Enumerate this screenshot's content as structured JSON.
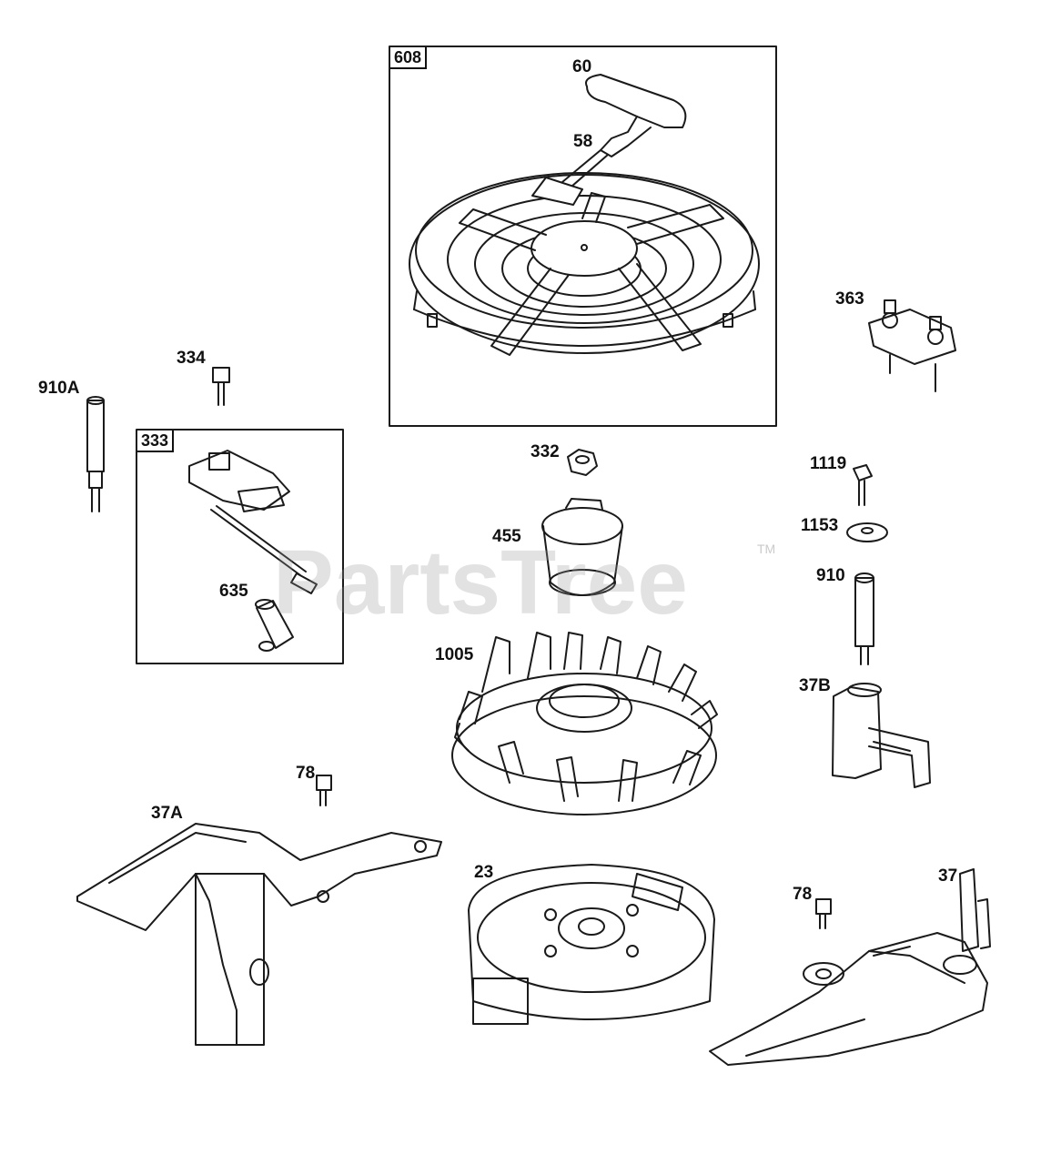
{
  "watermark": {
    "text": "PartsTree",
    "trademark": "TM"
  },
  "boxes": {
    "b608": "608",
    "b333": "333"
  },
  "labels": {
    "p60": "60",
    "p58": "58",
    "p363": "363",
    "p334": "334",
    "p910A": "910A",
    "p332": "332",
    "p1119": "1119",
    "p1153": "1153",
    "p455": "455",
    "p910": "910",
    "p635": "635",
    "p1005": "1005",
    "p37B": "37B",
    "p78a": "78",
    "p37A": "37A",
    "p23": "23",
    "p78b": "78",
    "p37": "37"
  }
}
